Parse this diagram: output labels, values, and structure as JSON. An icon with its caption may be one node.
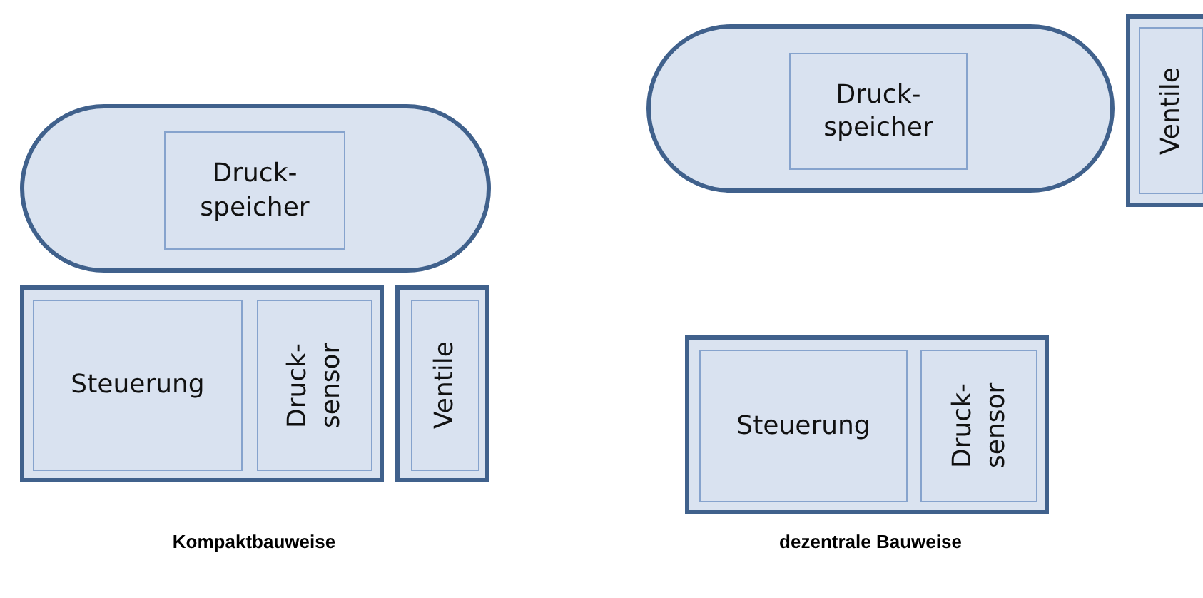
{
  "diagram": {
    "nodes": [
      {
        "text": [],
        "shape": "capsule"
      },
      {
        "text": [
          "Druck- speicher"
        ],
        "in": 0
      },
      {
        "text": [],
        "shape": "box"
      },
      {
        "text": [
          "Steuerung"
        ],
        "in": 2
      },
      {
        "text": [
          "Druck- sensor"
        ],
        "in": 2
      },
      {
        "text": [],
        "shape": "box"
      },
      {
        "text": [
          "Ventile"
        ],
        "in": 5
      },
      {
        "text": [],
        "shape": "capsule"
      },
      {
        "text": [
          "Druck- speicher"
        ],
        "in": 7
      },
      {
        "text": [],
        "shape": "box"
      },
      {
        "text": [
          "Ventile"
        ],
        "in": 9
      },
      {
        "text": [],
        "shape": "box"
      },
      {
        "text": [
          "Steuerung"
        ],
        "in": 11
      },
      {
        "text": [
          "Druck- sensor"
        ],
        "in": 11
      }
    ],
    "labels": [
      "Kompaktbauweise",
      "dezentrale Bauweise"
    ]
  }
}
